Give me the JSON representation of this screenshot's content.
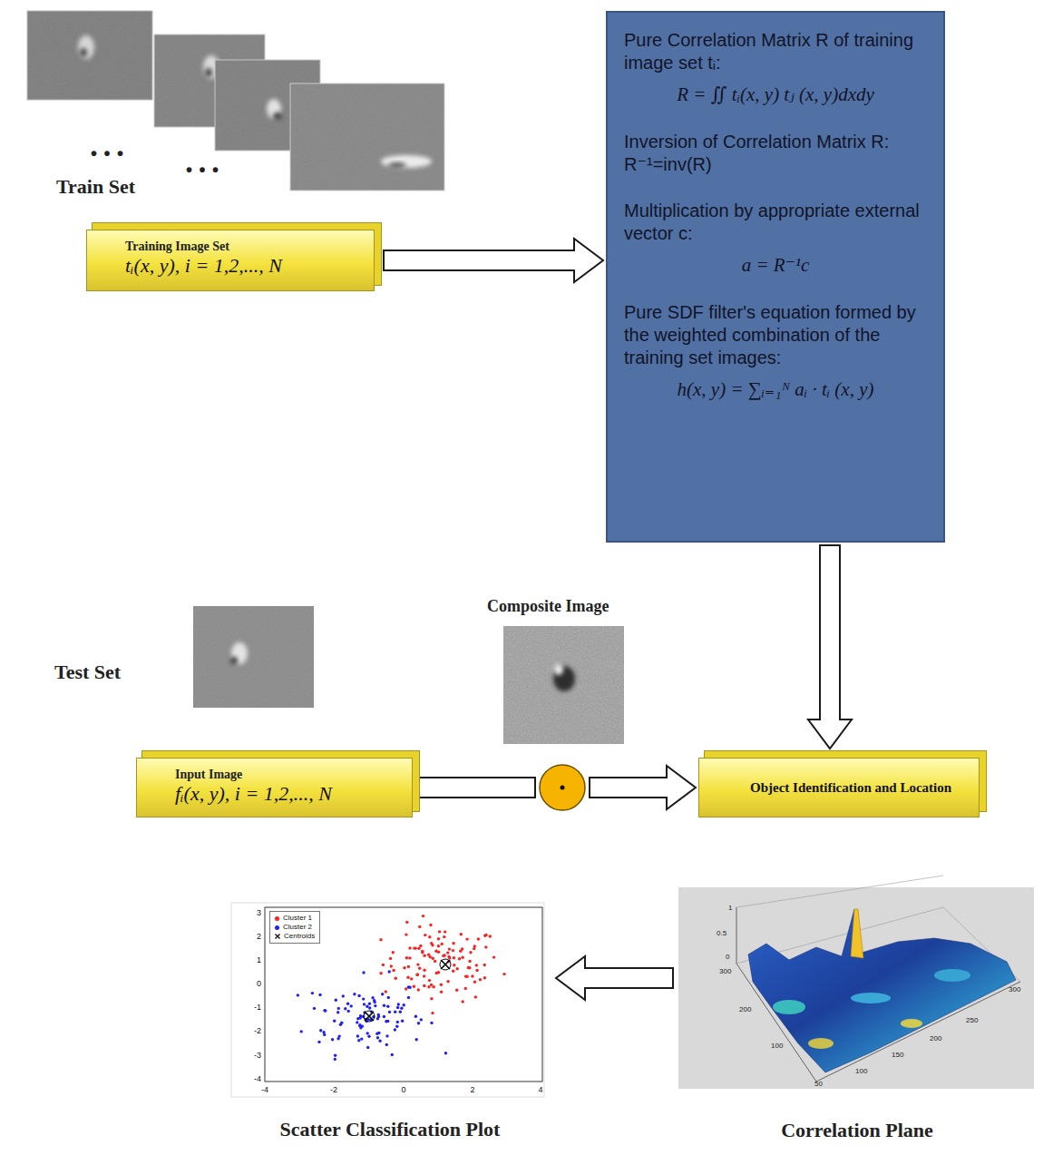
{
  "diagram": {
    "nodes": [
      {
        "text": [
          "Training Image Set",
          "tᵢ(x, y), i = 1,2,..., N"
        ]
      },
      {
        "text": [
          "Pure Correlation Matrix R of training image set tᵢ:",
          "R = ∬ tᵢ(x, y) tⱼ (x, y)dxdy",
          "Inversion of Correlation Matrix R:",
          "R⁻¹=inv(R)",
          "Multiplication by appropriate external vector c:",
          "a = R⁻¹c",
          "Pure SDF filter's equation formed by the weighted combination of the training set images:",
          "h(x, y) = ∑ᵢ₌₁ᴺ aᵢ · tᵢ (x, y)"
        ]
      },
      {
        "text": [
          "Input Image",
          "fᵢ(x, y), i = 1,2,..., N"
        ]
      },
      {
        "text": [
          "Object Identification and Location"
        ]
      },
      {
        "text": [
          "Scatter Classification Plot"
        ]
      },
      {
        "text": [
          "Correlation Plane"
        ]
      }
    ],
    "edges": [
      {
        "from": 0,
        "to": 1,
        "arrow": "to"
      },
      {
        "from": 1,
        "to": 3,
        "arrow": "to"
      },
      {
        "from": 2,
        "to": 3,
        "arrow": "to"
      },
      {
        "from": 5,
        "to": 4,
        "arrow": "to"
      }
    ],
    "labels": [
      "• • •",
      "• • •",
      "Train Set",
      "Test Set",
      "Composite Image",
      "3",
      "2",
      "1",
      "0",
      "-1",
      "-2",
      "-3",
      "-4",
      "-4",
      "-2",
      "0",
      "2",
      "4",
      "1",
      "0.5",
      "0",
      "300",
      "200",
      "100",
      "50",
      "100",
      "150",
      "200",
      "250",
      "300"
    ],
    "legend": [
      {
        "text": "Cluster 1",
        "color": "#ff2020"
      },
      {
        "text": "Cluster 2",
        "color": "#2020ff"
      },
      {
        "text": "Centroids"
      }
    ]
  }
}
